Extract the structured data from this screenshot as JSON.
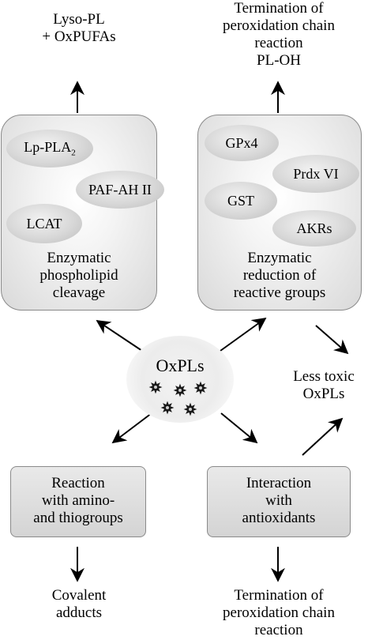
{
  "top_left": {
    "line1": "Lyso-PL",
    "line2": "+ OxPUFAs"
  },
  "top_right": {
    "line1": "Termination of",
    "line2": "peroxidation chain",
    "line3": "reaction",
    "line4": "PL-OH"
  },
  "left_box": {
    "enzymes": {
      "lppla2": "Lp-PLA",
      "lppla2_sub": "2",
      "pafah": "PAF-AH II",
      "lcat": "LCAT"
    },
    "line1": "Enzymatic",
    "line2": "phospholipid",
    "line3": "cleavage"
  },
  "right_box": {
    "enzymes": {
      "gpx4": "GPx4",
      "prdx": "Prdx VI",
      "gst": "GST",
      "akrs": "AKRs"
    },
    "line1": "Enzymatic",
    "line2": "reduction of",
    "line3": "reactive groups"
  },
  "center": {
    "label": "OxPLs"
  },
  "less_toxic": {
    "line1": "Less toxic",
    "line2": "OxPLs"
  },
  "bottom_left_box": {
    "line1": "Reaction",
    "line2": "with amino-",
    "line3": "and thiogroups"
  },
  "bottom_right_box": {
    "line1": "Interaction",
    "line2": "with",
    "line3": "antioxidants"
  },
  "bottom_left_result": {
    "line1": "Covalent",
    "line2": "adducts"
  },
  "bottom_right_result": {
    "line1": "Termination of",
    "line2": "peroxidation chain",
    "line3": "reaction"
  }
}
